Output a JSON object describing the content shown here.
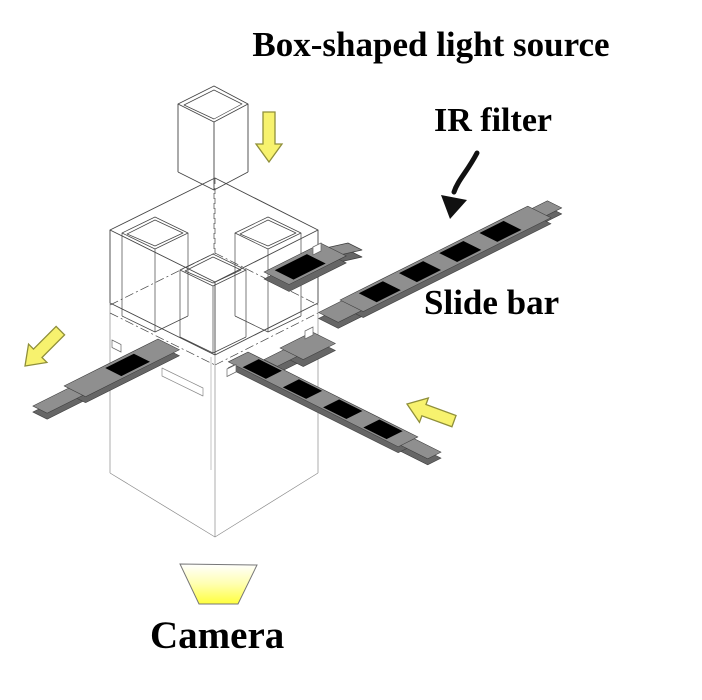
{
  "figure": {
    "labels": {
      "light_source": "Box-shaped light source",
      "ir_filter": "IR filter",
      "slide_bar": "Slide bar",
      "camera": "Camera"
    },
    "colors": {
      "background": "#ffffff",
      "outline": "#444444",
      "light_outline": "#8a8a8a",
      "bar_top": "#8f8f8f",
      "bar_side": "#666666",
      "filter_black": "#000000",
      "arrow_fill": "#f7f26e",
      "arrow_stroke": "#8f8f3a",
      "pointer_black": "#111111",
      "camera_glow_top": "#ffffff",
      "camera_glow_mid": "#ffffb0",
      "camera_glow_bottom": "#ffff3d"
    },
    "filter_windows": {
      "upper_slide_bar": 4,
      "lower_slide_bar": 4,
      "left_slide_bar": 1,
      "inserted_holder": 1
    }
  }
}
